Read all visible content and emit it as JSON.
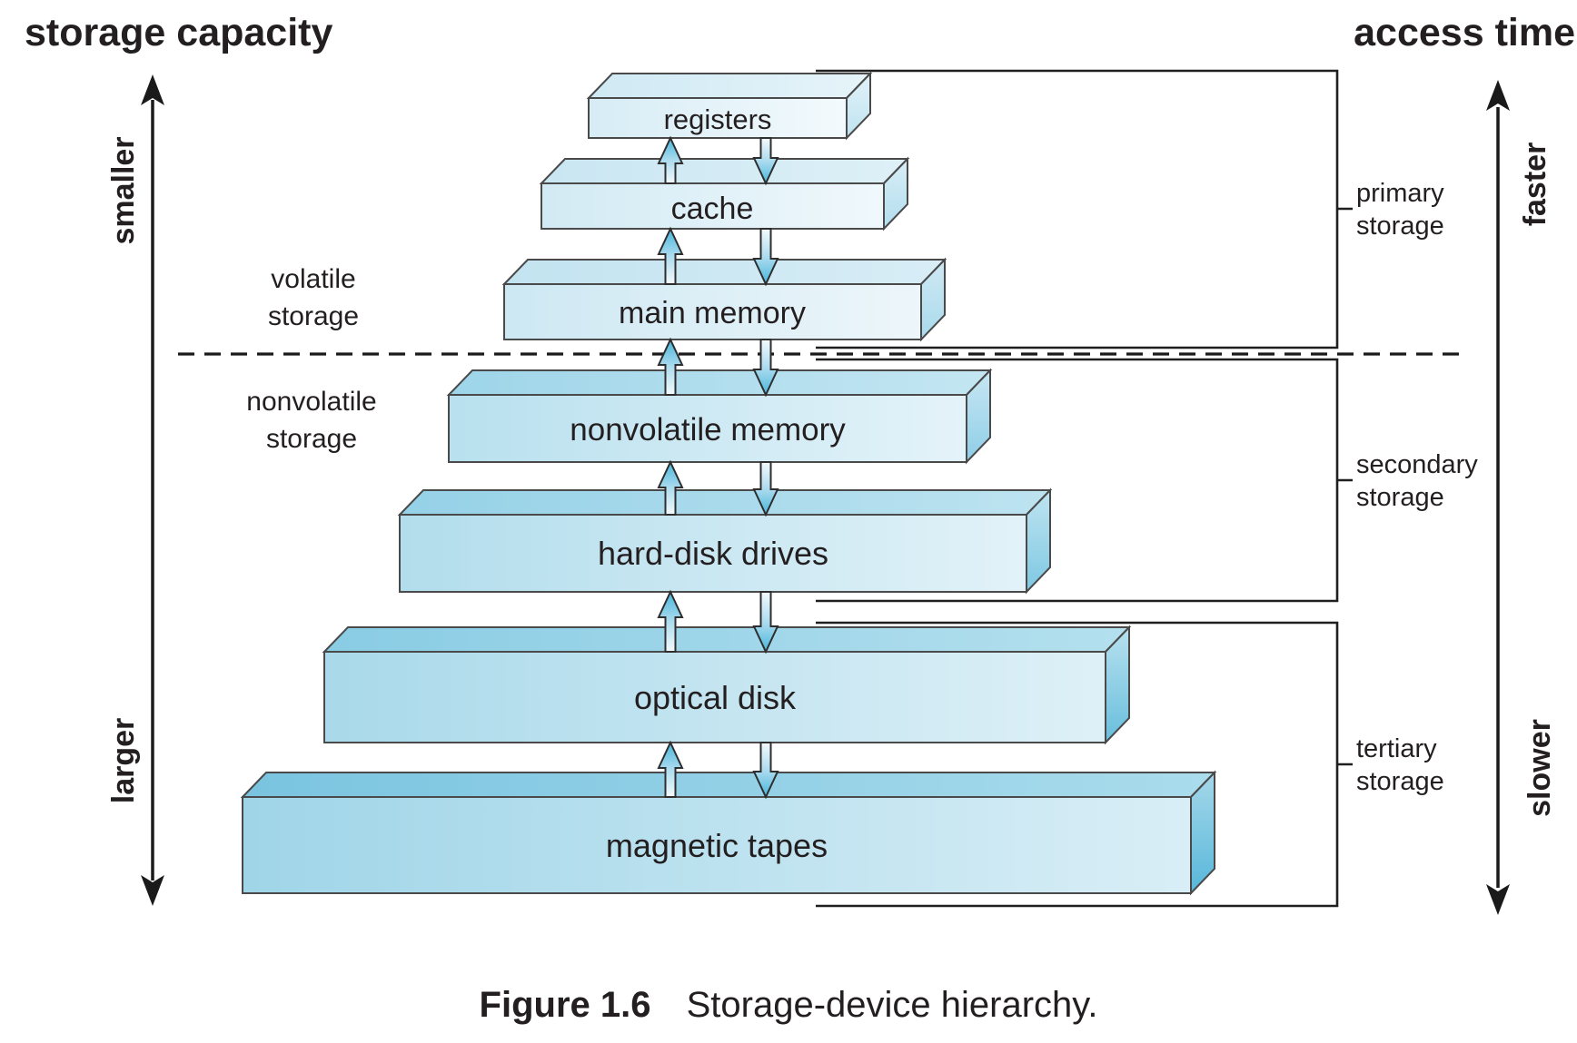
{
  "titles": {
    "left": "storage capacity",
    "right": "access time"
  },
  "capacity_axis": {
    "top_label": "smaller",
    "bottom_label": "larger"
  },
  "speed_axis": {
    "top_label": "faster",
    "bottom_label": "slower"
  },
  "volatility": {
    "volatile": {
      "line1": "volatile",
      "line2": "storage"
    },
    "nonvolatile": {
      "line1": "nonvolatile",
      "line2": "storage"
    }
  },
  "hierarchy": [
    {
      "label": "registers"
    },
    {
      "label": "cache"
    },
    {
      "label": "main memory"
    },
    {
      "label": "nonvolatile memory"
    },
    {
      "label": "hard-disk drives"
    },
    {
      "label": "optical disk"
    },
    {
      "label": "magnetic tapes"
    }
  ],
  "storage_classes": [
    {
      "line1": "primary",
      "line2": "storage"
    },
    {
      "line1": "secondary",
      "line2": "storage"
    },
    {
      "line1": "tertiary",
      "line2": "storage"
    }
  ],
  "caption": {
    "figure_label": "Figure 1.6",
    "figure_title": "Storage-device hierarchy."
  },
  "colors": {
    "box_deep_blue": "#7ac4e0",
    "box_pale_blue": "#d7ecf5",
    "arrow_head_cyan": "#48b6db",
    "line_black": "#231f20"
  }
}
